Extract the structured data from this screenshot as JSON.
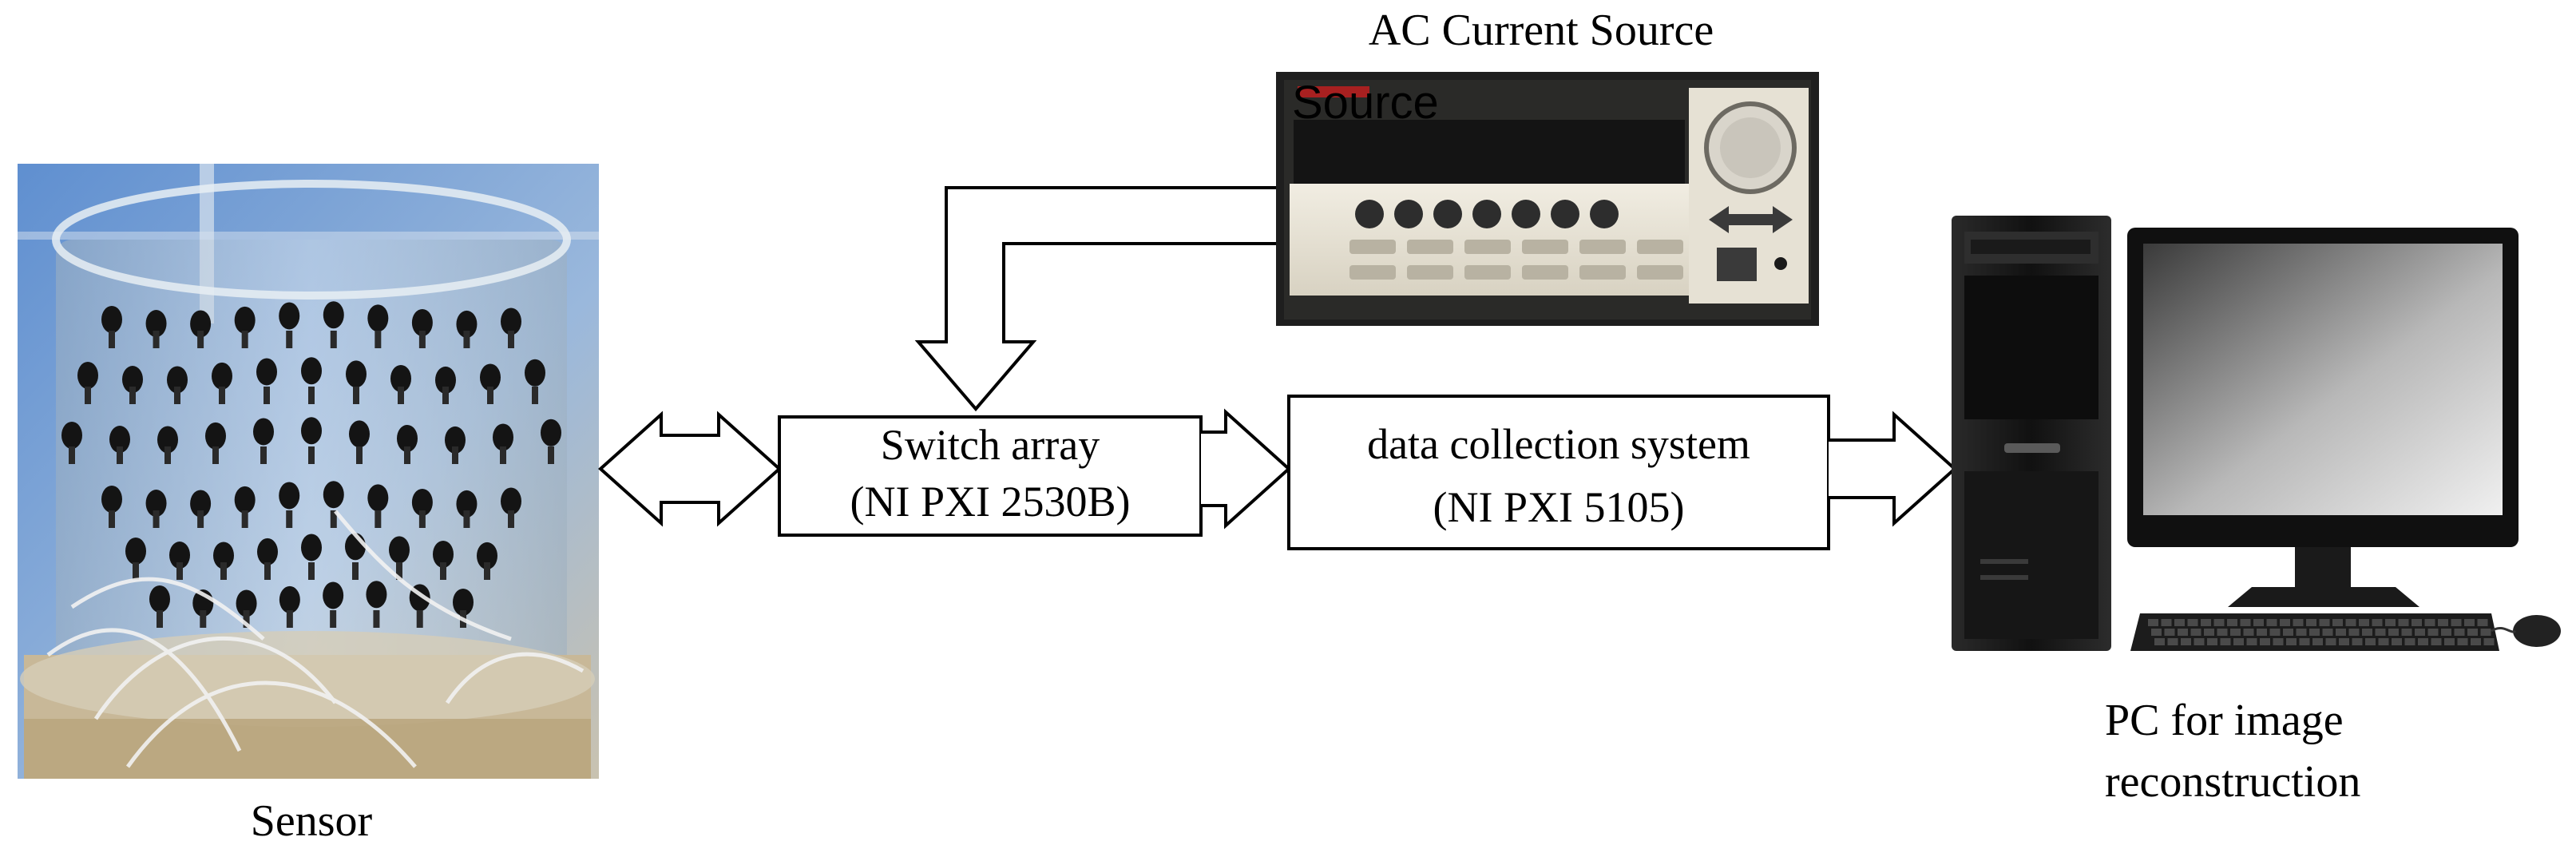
{
  "diagram": {
    "sensor": {
      "caption": "Sensor"
    },
    "ac_source": {
      "caption": "AC Current Source",
      "overlay_text": "Source"
    },
    "switch_array": {
      "line1": "Switch array",
      "line2": "(NI PXI 2530B)"
    },
    "data_collection": {
      "line1": "data collection system",
      "line2": "(NI PXI 5105)"
    },
    "pc": {
      "line1": "PC for image",
      "line2": "reconstruction"
    }
  },
  "colors": {
    "line": "#000000",
    "box_fill": "#ffffff",
    "photo_sky": "#7da6d8",
    "photo_acrylic": "#c9d4dc",
    "device_panel": "#e9e4d6",
    "device_body": "#1e1e1e",
    "pc_case": "#1b1b1b",
    "monitor_screen": "#8a8a8a"
  },
  "icons": [
    "sensor-photo",
    "ac-current-source-photo",
    "pc-tower-icon",
    "monitor-icon",
    "keyboard-icon",
    "mouse-icon"
  ]
}
